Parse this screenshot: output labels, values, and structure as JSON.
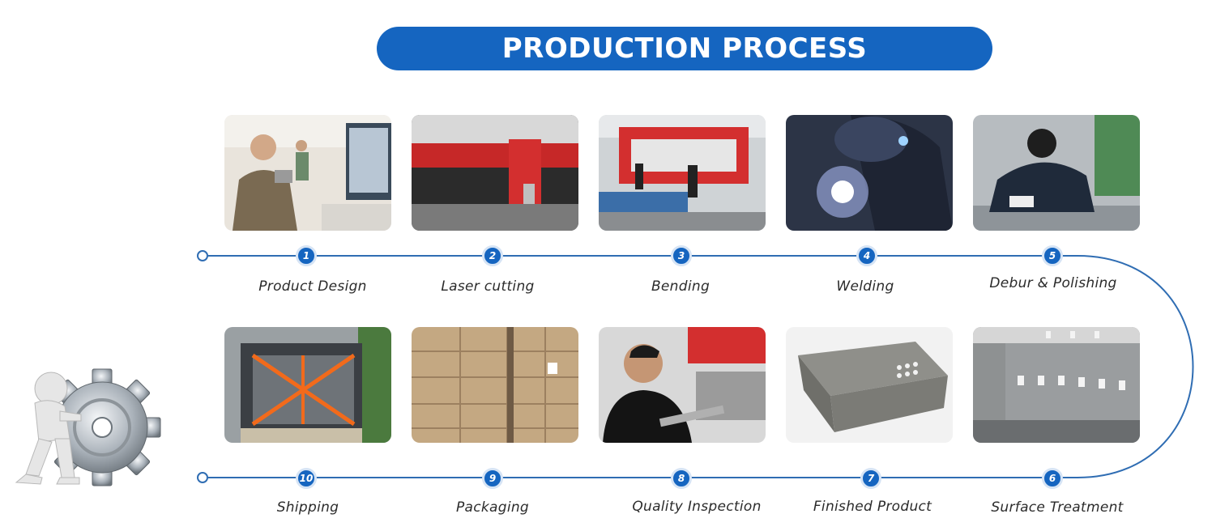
{
  "title": "PRODUCTION PROCESS",
  "colors": {
    "accent": "#1565c0",
    "line": "#2f6db3",
    "text": "#2b2b2b"
  },
  "top_steps": [
    {
      "num": "1",
      "label": "Product Design"
    },
    {
      "num": "2",
      "label": "Laser cutting"
    },
    {
      "num": "3",
      "label": "Bending"
    },
    {
      "num": "4",
      "label": "Welding"
    },
    {
      "num": "5",
      "label": "Debur & Polishing"
    }
  ],
  "bottom_steps": [
    {
      "num": "10",
      "label": "Shipping"
    },
    {
      "num": "9",
      "label": "Packaging"
    },
    {
      "num": "8",
      "label": "Quality Inspection"
    },
    {
      "num": "7",
      "label": "Finished Product"
    },
    {
      "num": "6",
      "label": "Surface Treatment"
    }
  ],
  "icons": {
    "mascot": "gear-pushing-figure-icon"
  }
}
